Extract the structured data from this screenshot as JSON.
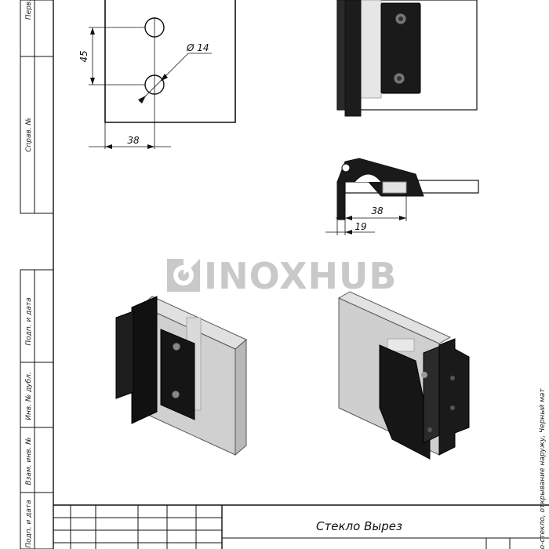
{
  "watermark": {
    "brand": "INOXHUB"
  },
  "dimensions": {
    "hole_spacing": "45",
    "hole_diameter": "Ø 14",
    "hole_offset": "38",
    "clamp_depth": "38",
    "clamp_offset": "19"
  },
  "title_block": {
    "name": "Стекло Вырез"
  },
  "left_margin_labels": [
    "Перв.",
    "Справ. №",
    "Подп. и дата",
    "Инв. № дубл.",
    "Взам. инв. №",
    "Подп. и дата"
  ],
  "right_margin_note": "Стекло-стекло, открывание наружу, Черный мат",
  "colors": {
    "line": "#111111",
    "glass": "#c8c8c8",
    "metal": "#1a1a1a",
    "watermark": "#c9c9c9"
  }
}
